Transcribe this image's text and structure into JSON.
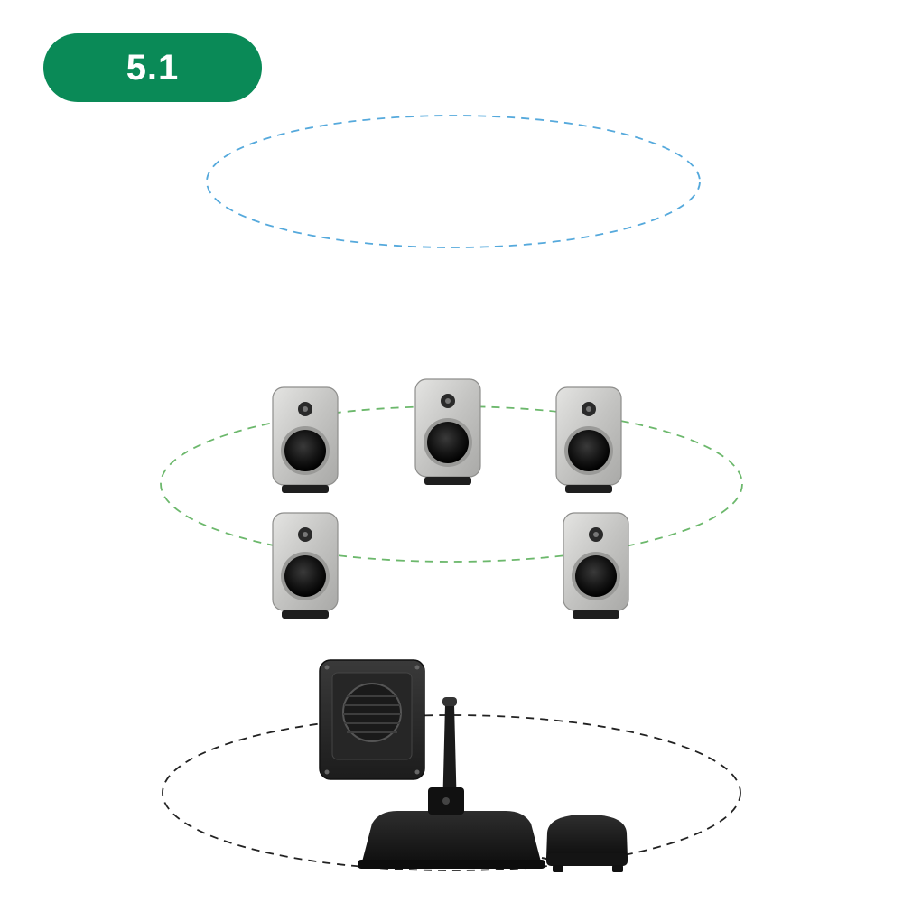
{
  "config_label": "5.1",
  "colors": {
    "badge": "#0a8a57",
    "height_ring": "#55a9dc",
    "ear_ring": "#6cb86c",
    "floor_ring": "#222222",
    "speaker_body": "#c9c9c7",
    "woofer": "#1b1b1b",
    "sub_body": "#2a2a2a"
  },
  "layers": [
    {
      "name": "height-layer",
      "speaker_count": 0
    },
    {
      "name": "ear-level-layer",
      "speaker_count": 5
    },
    {
      "name": "floor-layer",
      "items": [
        "subwoofer",
        "calibration-microphone",
        "mic-base",
        "control-puck"
      ]
    }
  ],
  "icons": [
    "speaker-icon",
    "subwoofer-icon",
    "microphone-icon",
    "control-puck-icon"
  ]
}
